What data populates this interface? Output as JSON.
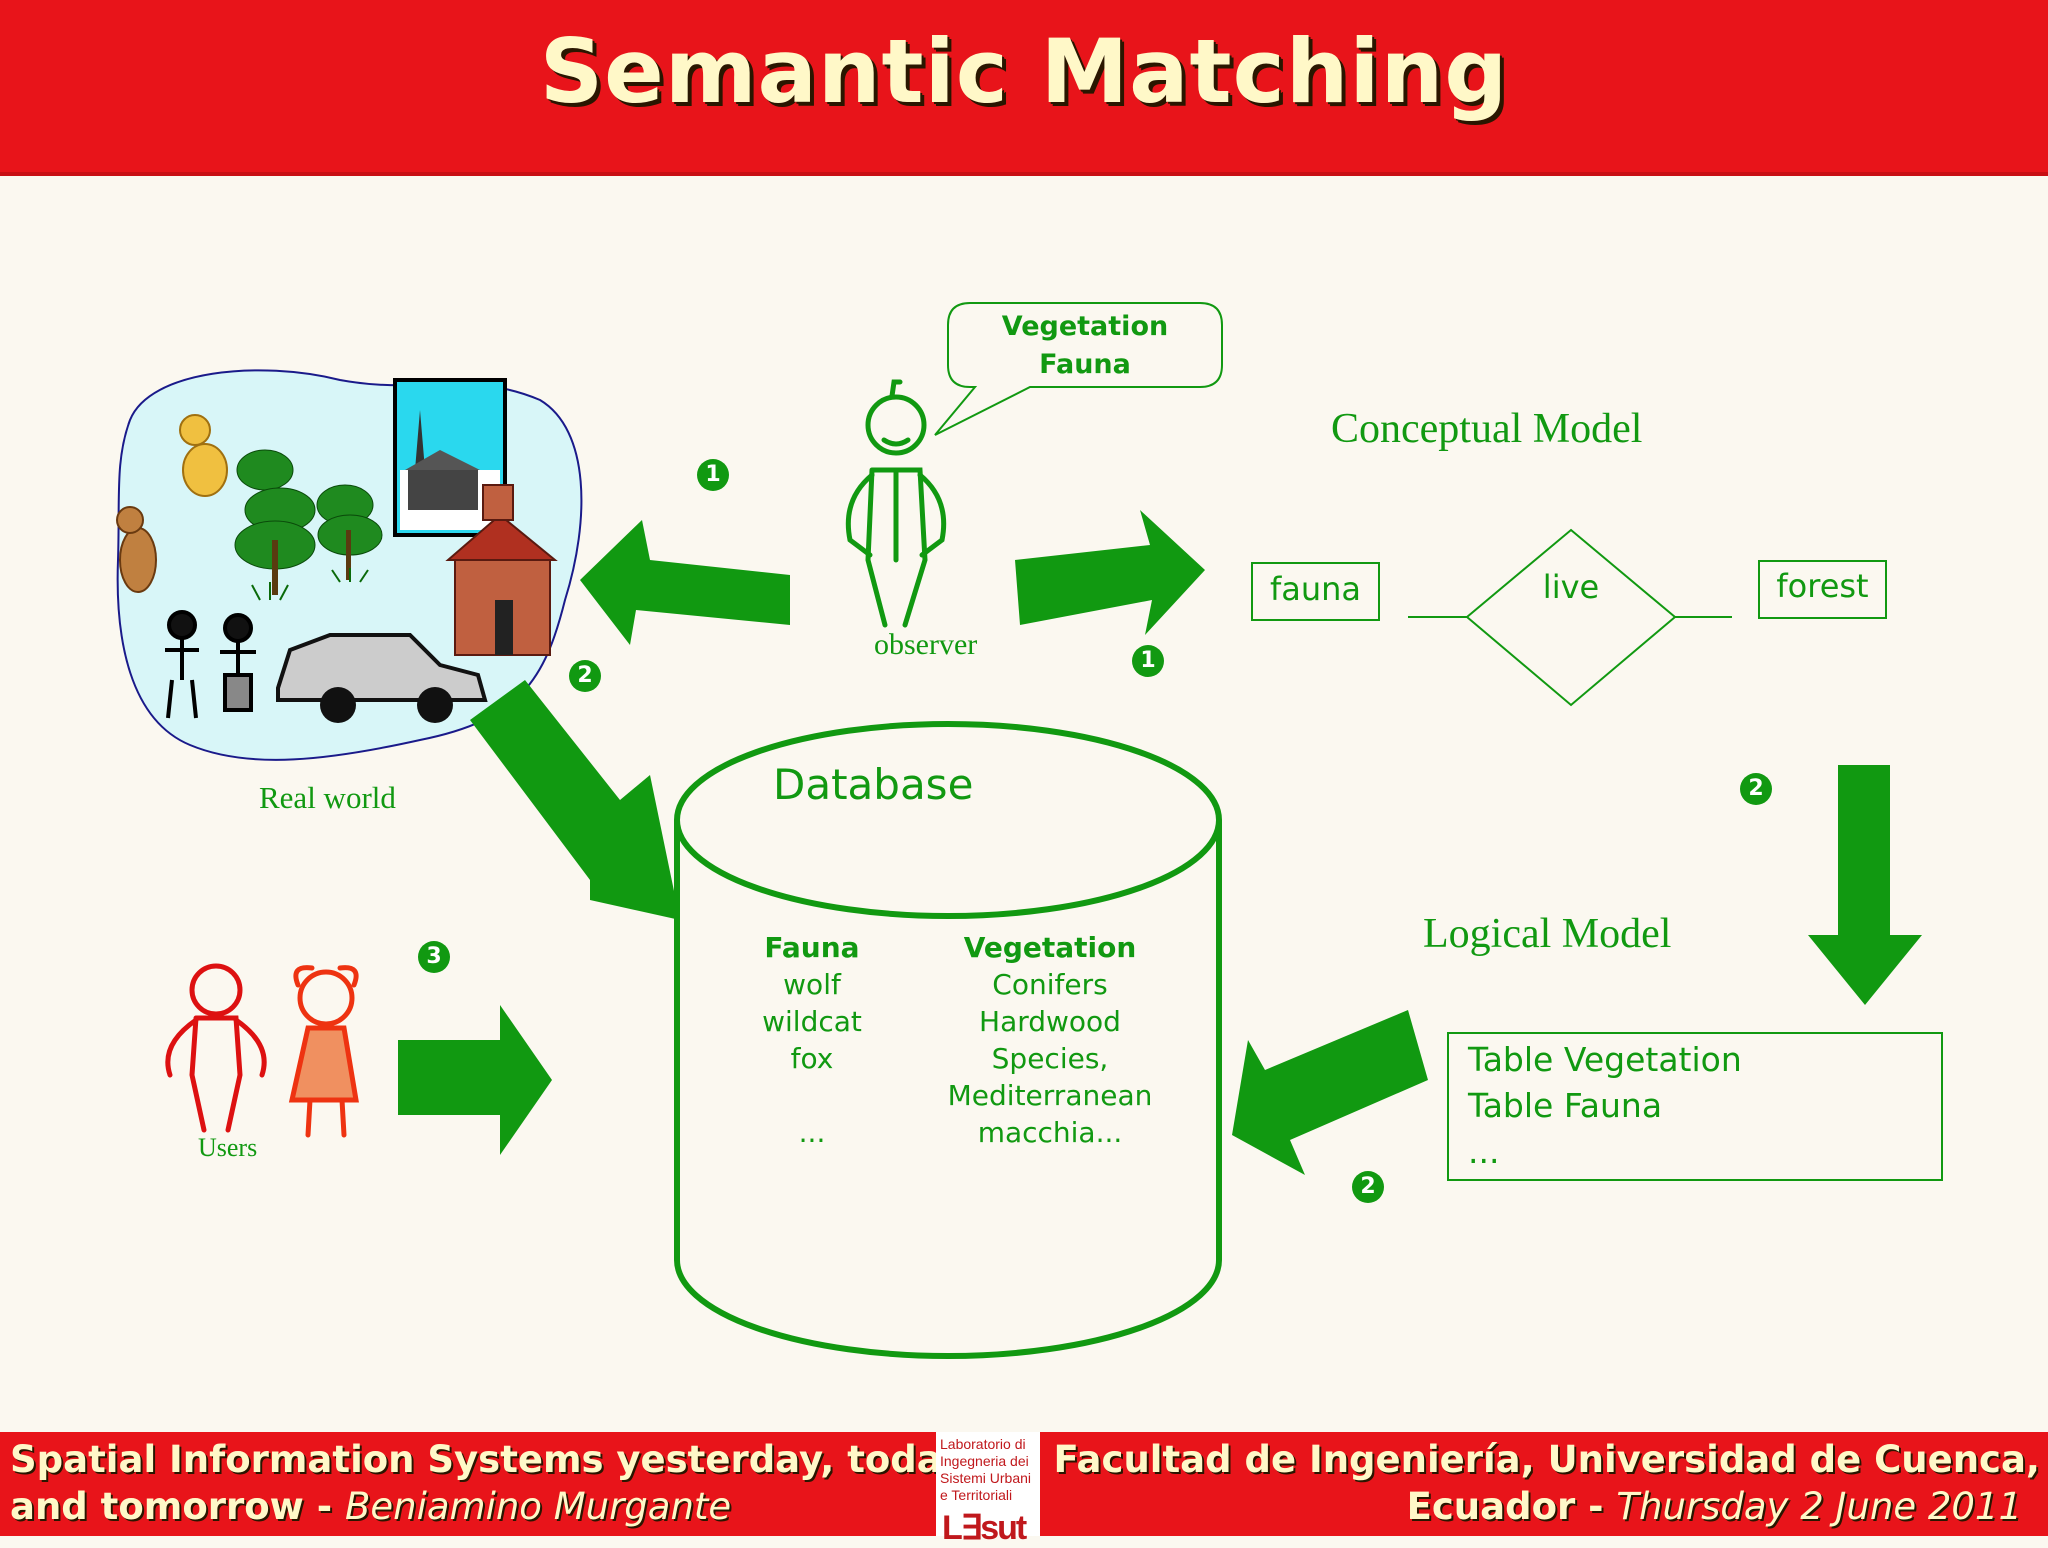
{
  "title": "Semantic Matching",
  "footer": {
    "left_line1": "Spatial Information Systems yesterday, today",
    "left_line2_bold": "and tomorrow",
    "left_line2_sep": " - ",
    "left_line2_italic": "Beniamino Murgante",
    "right_line1": "Facultad de Ingeniería, Universidad de Cuenca,",
    "right_line2_bold": "Ecuador",
    "right_line2_sep": " - ",
    "right_line2_italic": "Thursday 2 June 2011",
    "logo_text": "Laboratorio di Ingegneria dei Sistemi Urbani e Territoriali",
    "logo_mark": "L∃sut"
  },
  "diagram": {
    "speech_line1": "Vegetation",
    "speech_line2": "Fauna",
    "observer_label": "observer",
    "real_world_label": "Real world",
    "users_label": "Users",
    "conceptual_model_label": "Conceptual Model",
    "logical_model_label": "Logical Model",
    "database_label": "Database",
    "er": {
      "left": "fauna",
      "relation": "live",
      "right": "forest"
    },
    "db_fauna": {
      "head": "Fauna",
      "items": [
        "wolf",
        "wildcat",
        "fox",
        "",
        "..."
      ]
    },
    "db_vegetation": {
      "head": "Vegetation",
      "items": [
        "Conifers",
        "Hardwood",
        "Species,",
        "Mediterranean",
        "macchia..."
      ]
    },
    "logical_table": [
      "Table Vegetation",
      "Table Fauna",
      "..."
    ],
    "badges": {
      "one": "1",
      "two": "2",
      "three": "3"
    }
  },
  "colors": {
    "accent_green": "#119911",
    "header_red": "#e8141a",
    "title_cream": "#fff8c8",
    "users_red": "#dd1111"
  }
}
